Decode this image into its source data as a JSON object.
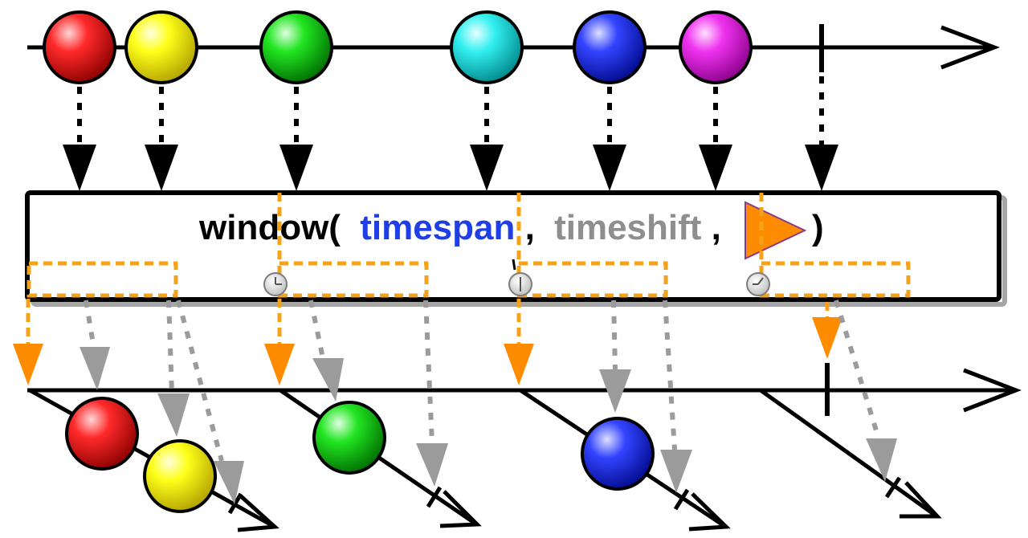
{
  "operator": {
    "name": "window(",
    "arg_timespan": "timespan",
    "sep1": ",",
    "arg_timeshift": "timeshift",
    "sep2": ",",
    "close": ")"
  },
  "colors": {
    "timespan": "#1f3fe6",
    "timeshift": "#8e8e8e",
    "scheduler_triangle": "#ff8c00",
    "window_box": "#f5a21b",
    "gray_arrow": "#9b9b9b",
    "line": "#000000"
  },
  "icons": [
    "clock-icon",
    "scheduler-triangle-icon",
    "arrow-head-icon"
  ],
  "source_items": [
    {
      "color": "red"
    },
    {
      "color": "yellow"
    },
    {
      "color": "green"
    },
    {
      "color": "cyan"
    },
    {
      "color": "blue"
    },
    {
      "color": "magenta"
    }
  ],
  "windows": [
    {
      "items": [
        {
          "color": "red"
        },
        {
          "color": "yellow"
        }
      ]
    },
    {
      "items": [
        {
          "color": "green"
        }
      ]
    },
    {
      "items": [
        {
          "color": "blue"
        }
      ]
    },
    {
      "items": []
    }
  ]
}
